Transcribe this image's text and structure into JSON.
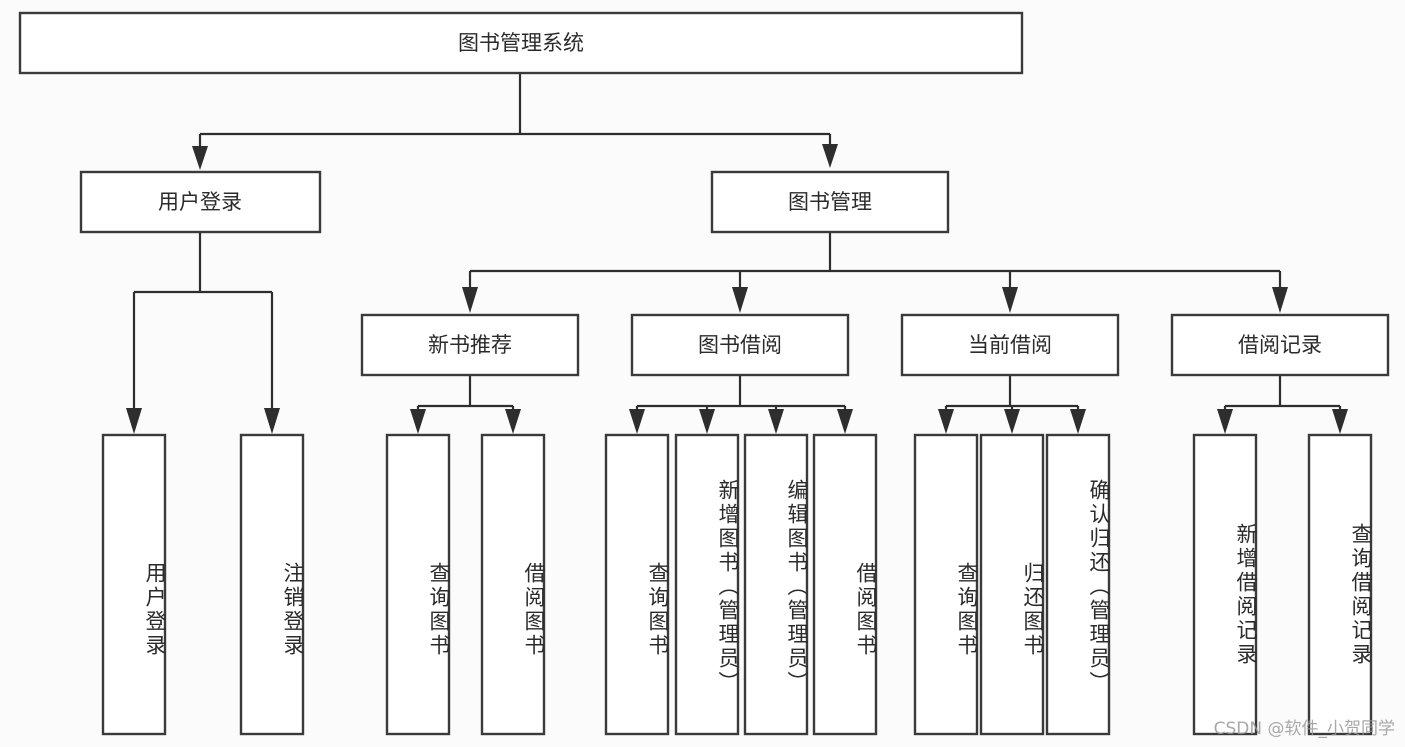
{
  "diagram": {
    "type": "tree",
    "title": "图书管理系统",
    "colors": {
      "background": "#fbfbfb",
      "node_fill": "#ffffff",
      "node_stroke": "#3a3a3a",
      "connector": "#2e2e2e",
      "text": "#2b2b2b",
      "watermark": "#9a9a9a"
    },
    "root": {
      "label": "图书管理系统"
    },
    "level1": [
      {
        "label": "用户登录"
      },
      {
        "label": "图书管理"
      }
    ],
    "level2": [
      {
        "label": "新书推荐"
      },
      {
        "label": "图书借阅"
      },
      {
        "label": "当前借阅"
      },
      {
        "label": "借阅记录"
      }
    ],
    "leaves": {
      "user_login": [
        {
          "label": "用户登录"
        },
        {
          "label": "注销登录"
        }
      ],
      "new_book": [
        {
          "label": "查询图书"
        },
        {
          "label": "借阅图书"
        }
      ],
      "book_borrow": [
        {
          "label": "查询图书"
        },
        {
          "label": "新增图书（管理员）"
        },
        {
          "label": "编辑图书（管理员）"
        },
        {
          "label": "借阅图书"
        }
      ],
      "current_borrow": [
        {
          "label": "查询图书"
        },
        {
          "label": "归还图书"
        },
        {
          "label": "确认归还（管理员）"
        }
      ],
      "borrow_record": [
        {
          "label": "新增借阅记录"
        },
        {
          "label": "查询借阅记录"
        }
      ]
    },
    "watermark": "CSDN @软件_小贺同学"
  }
}
